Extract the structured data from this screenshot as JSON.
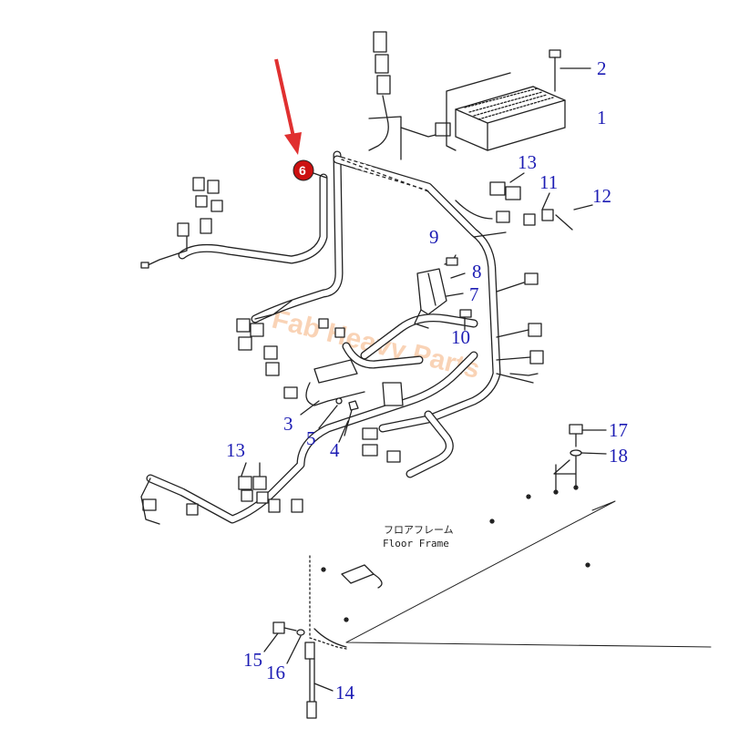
{
  "diagram": {
    "caption_jp": "フロアフレーム",
    "caption_en": "Floor Frame",
    "watermark": "Fab Heavy Parts",
    "highlighted_part": "6",
    "highlight_color": "#cc1111",
    "arrow_color": "#e03030",
    "callout_color": "#1c1cb4",
    "callouts": [
      "1",
      "2",
      "13",
      "11",
      "12",
      "9",
      "8",
      "7",
      "10",
      "3",
      "5",
      "4",
      "17",
      "18",
      "13",
      "15",
      "16",
      "14"
    ]
  }
}
